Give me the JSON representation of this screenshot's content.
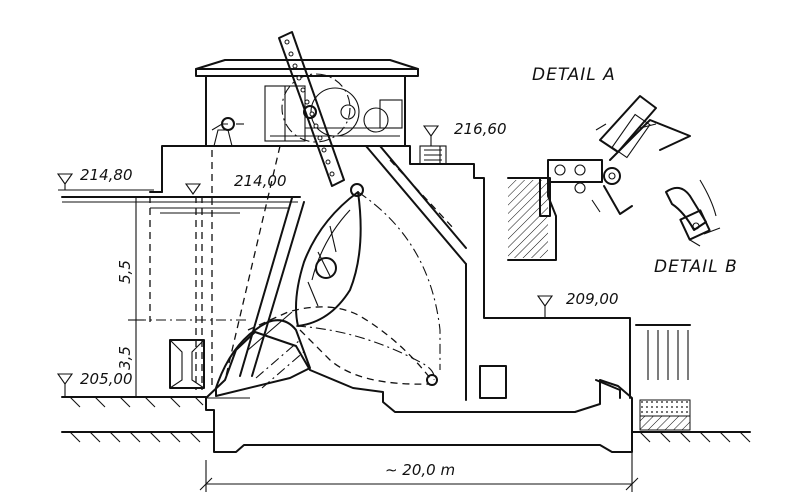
{
  "labels": {
    "elevation_headwater": "214,80",
    "elevation_weir_top": "214,00",
    "elevation_bridge": "216,60",
    "elevation_tailwater": "209,00",
    "elevation_floor": "205,00",
    "depth_upper": "5,5",
    "depth_lower": "3,5",
    "length": "∼ 20,0 m",
    "detail_a": "DETAIL A",
    "detail_b": "DETAIL B"
  }
}
